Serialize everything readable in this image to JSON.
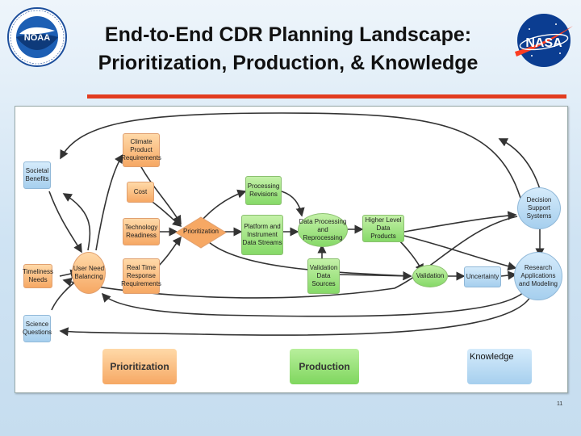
{
  "slide": {
    "title_line1": "End-to-End CDR Planning Landscape:",
    "title_line2": "Prioritization, Production, & Knowledge",
    "page_number": "11",
    "accent_color": "#e23c20"
  },
  "logos": {
    "noaa": "NOAA",
    "nasa": "NASA"
  },
  "diagram": {
    "nodes": {
      "societal_benefits": "Societal Benefits",
      "timeliness_needs": "Timeliness Needs",
      "science_questions": "Science Questions",
      "user_need_balancing": "User Need Balancing",
      "climate_product_requirements": "Climate Product Requirements",
      "cost": "Cost",
      "technology_readiness": "Technology Readiness",
      "real_time_response_requirements": "Real Time Response Requirements",
      "prioritization": "Prioritization",
      "processing_revisions": "Processing Revisions",
      "platform_instrument_data_streams": "Platform and Instrument Data Streams",
      "data_processing_reprocessing": "Data Processing and Reprocessing",
      "validation_data_sources": "Validation Data Sources",
      "higher_level_data_products": "Higher Level Data Products",
      "validation": "Validation",
      "uncertainty": "Uncertainty",
      "decision_support_systems": "Decision Support Systems",
      "research_applications_modeling": "Research Applications and Modeling"
    },
    "legend": {
      "prioritization": "Prioritization",
      "production": "Production",
      "knowledge": "Knowledge"
    },
    "colors": {
      "prioritization": "#f6a864",
      "production": "#86d968",
      "knowledge": "#a6cfee"
    }
  }
}
